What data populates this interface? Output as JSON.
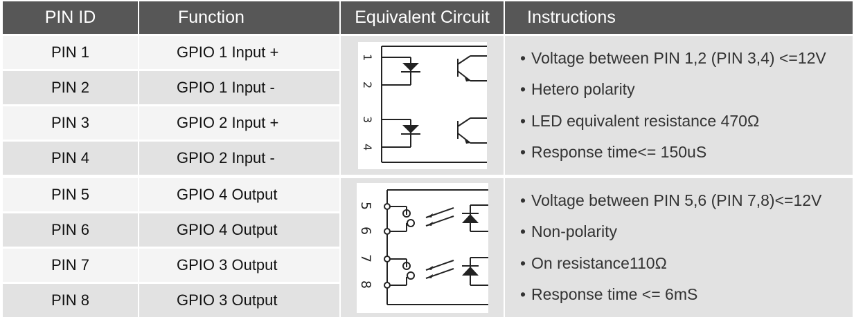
{
  "headers": {
    "pin_id": "PIN ID",
    "function": "Function",
    "equivalent_circuit": "Equivalent Circuit",
    "instructions": "Instructions"
  },
  "rows": [
    {
      "pin": "PIN 1",
      "function": "GPIO 1 Input +"
    },
    {
      "pin": "PIN 2",
      "function": "GPIO 1 Input -"
    },
    {
      "pin": "PIN 3",
      "function": "GPIO 2 Input +"
    },
    {
      "pin": "PIN 4",
      "function": "GPIO 2 Input -"
    },
    {
      "pin": "PIN 5",
      "function": "GPIO 4 Output"
    },
    {
      "pin": "PIN 6",
      "function": "GPIO 4 Output"
    },
    {
      "pin": "PIN 7",
      "function": "GPIO 3 Output"
    },
    {
      "pin": "PIN 8",
      "function": "GPIO 3 Output"
    }
  ],
  "input_instructions": [
    "Voltage between PIN 1,2 (PIN 3,4) <=12V",
    "Hetero polarity",
    "LED equivalent resistance 470Ω",
    "Response time<= 150uS"
  ],
  "output_instructions": [
    "Voltage between PIN 5,6 (PIN 7,8)<=12V",
    "Non-polarity",
    "On resistance110Ω",
    "Response time <= 6mS"
  ],
  "input_circuit_pins": [
    "1",
    "2",
    "3",
    "4"
  ],
  "output_circuit_pins": [
    "5",
    "6",
    "7",
    "8"
  ]
}
